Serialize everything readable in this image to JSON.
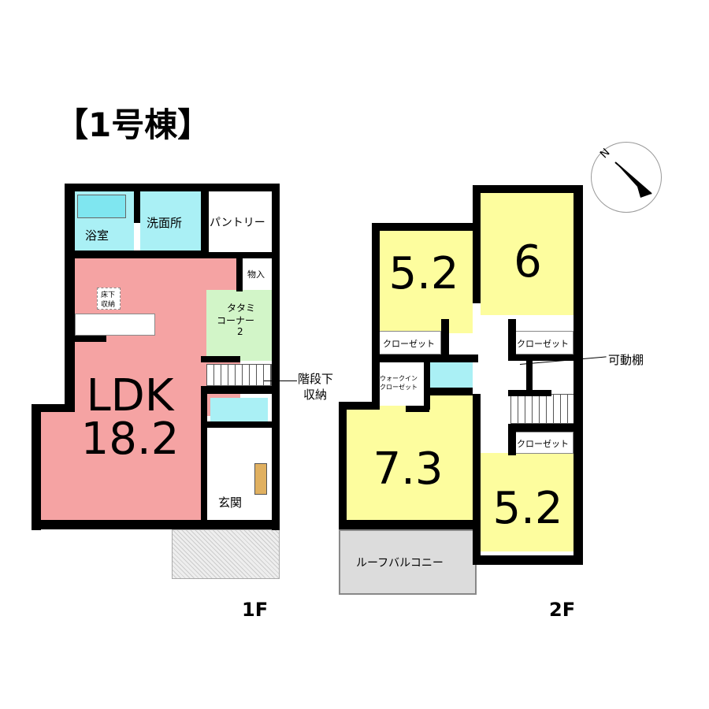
{
  "title": "【1号棟】",
  "floor1": {
    "label": "1F",
    "rooms": {
      "bath": "浴室",
      "washroom": "洗面所",
      "pantry": "パントリー",
      "storage": "物入",
      "underfloor_1": "床下",
      "underfloor_2": "収納",
      "tatami_1": "タタミ",
      "tatami_2": "コーナー",
      "tatami_size": "2",
      "ldk": "LDK",
      "ldk_size": "18.2",
      "under_stairs_1": "階段下",
      "under_stairs_2": "収納",
      "entrance": "玄関"
    }
  },
  "floor2": {
    "label": "2F",
    "rooms": {
      "room_a": "5.2",
      "room_b": "6",
      "room_c": "7.3",
      "room_d": "5.2",
      "closet": "クローゼット",
      "wic_1": "ウォークイン",
      "wic_2": "クローゼット",
      "shelf": "可動棚",
      "balcony": "ルーフバルコニー"
    }
  },
  "compass": {
    "north": "N"
  }
}
